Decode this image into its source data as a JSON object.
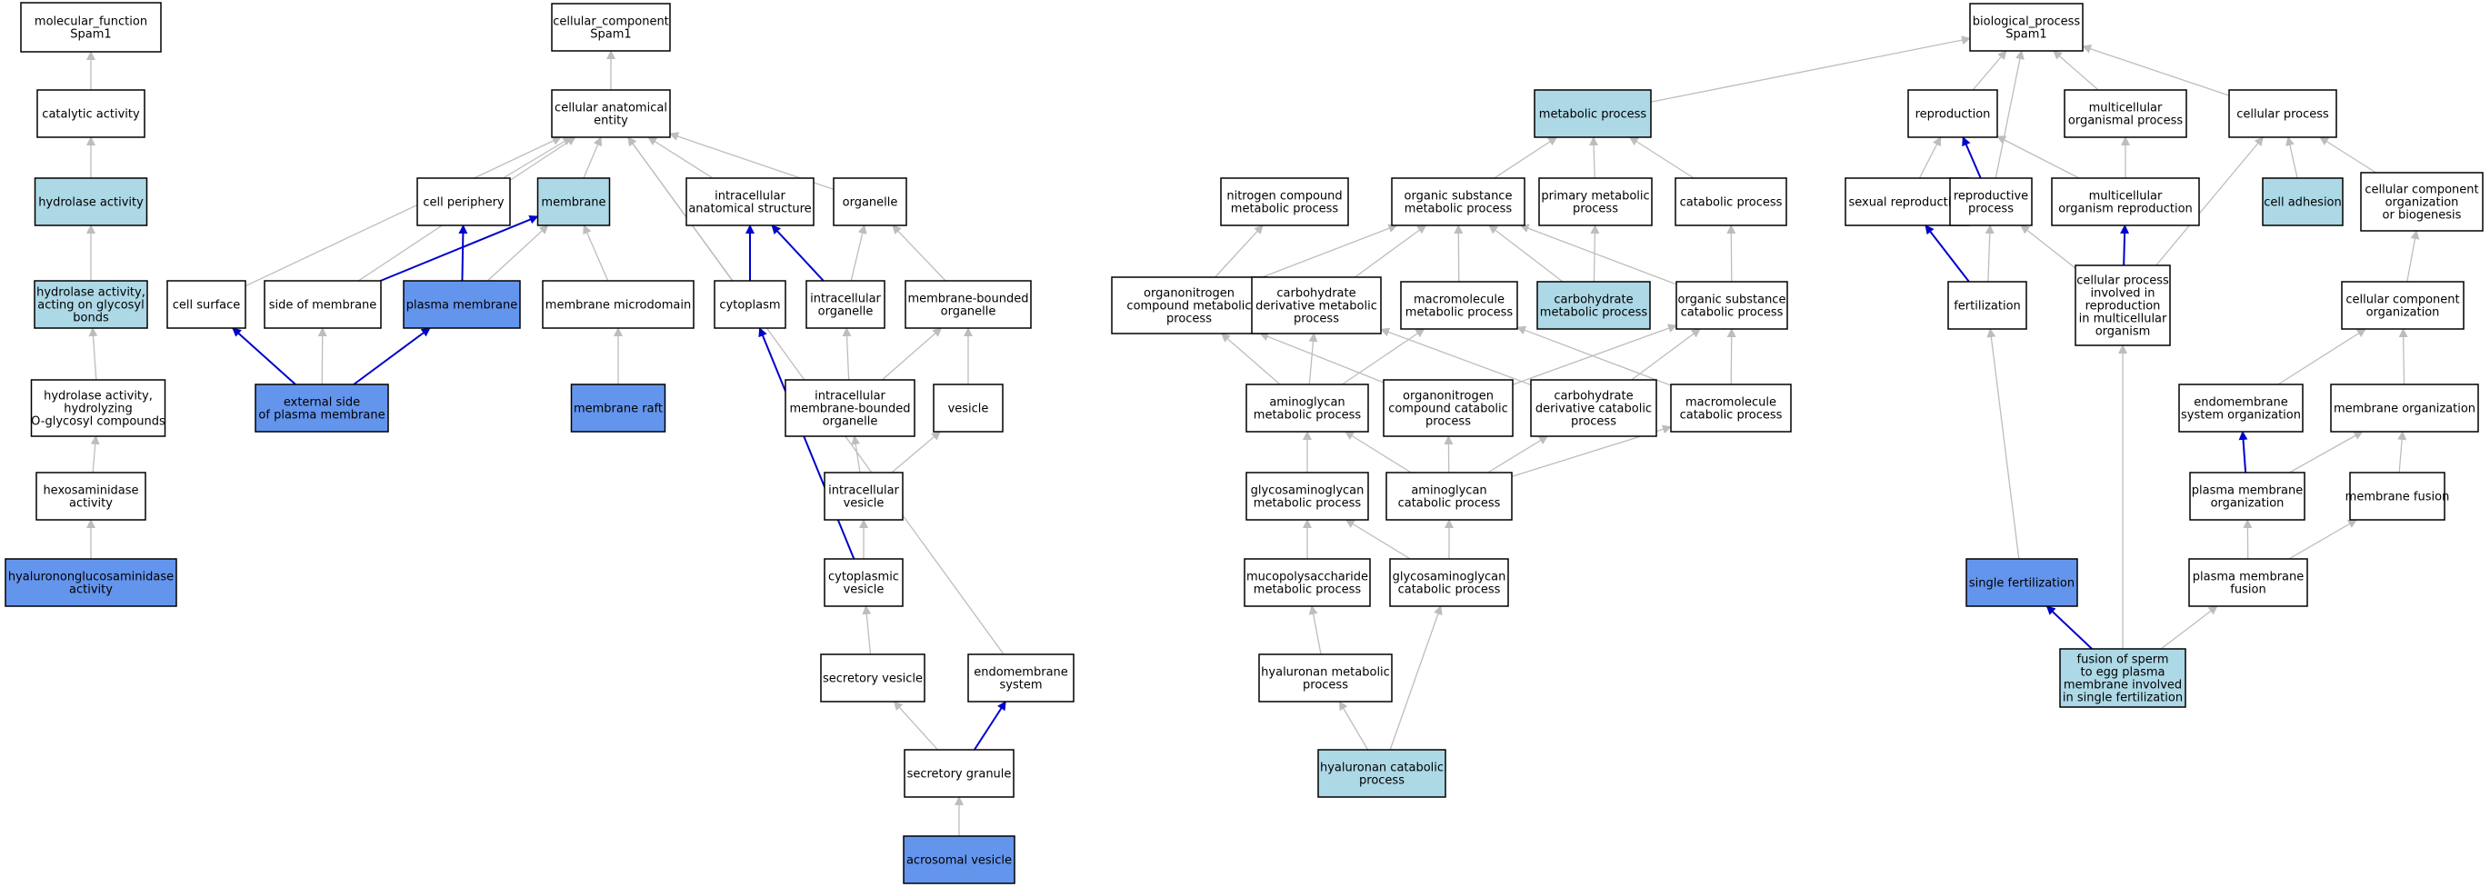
{
  "colors": {
    "white": "#ffffff",
    "light": "#add8e6",
    "dark": "#6495ed",
    "edge_grey": "#bdbdbd",
    "edge_blue": "#0000cc",
    "border": "#000000"
  },
  "nodes": [
    {
      "id": "mf",
      "lines": [
        "molecular_function",
        "Spam1"
      ],
      "fill": "white"
    },
    {
      "id": "catalytic",
      "lines": [
        "catalytic activity"
      ],
      "fill": "white"
    },
    {
      "id": "hydrolase",
      "lines": [
        "hydrolase activity"
      ],
      "fill": "light"
    },
    {
      "id": "hydroglyco",
      "lines": [
        "hydrolase activity,",
        "acting on glycosyl",
        "bonds"
      ],
      "fill": "light"
    },
    {
      "id": "hydroO",
      "lines": [
        "hydrolase activity,",
        "hydrolyzing",
        "O-glycosyl compounds"
      ],
      "fill": "white"
    },
    {
      "id": "hexos",
      "lines": [
        "hexosaminidase",
        "activity"
      ],
      "fill": "white"
    },
    {
      "id": "hyalact",
      "lines": [
        "hyalurononglucosaminidase",
        "activity"
      ],
      "fill": "dark"
    },
    {
      "id": "cc",
      "lines": [
        "cellular_component",
        "Spam1"
      ],
      "fill": "white"
    },
    {
      "id": "cae",
      "lines": [
        "cellular anatomical",
        "entity"
      ],
      "fill": "white"
    },
    {
      "id": "periph",
      "lines": [
        "cell periphery"
      ],
      "fill": "white"
    },
    {
      "id": "membrane",
      "lines": [
        "membrane"
      ],
      "fill": "light"
    },
    {
      "id": "ias",
      "lines": [
        "intracellular",
        "anatomical structure"
      ],
      "fill": "white"
    },
    {
      "id": "organelle",
      "lines": [
        "organelle"
      ],
      "fill": "white"
    },
    {
      "id": "surface",
      "lines": [
        "cell surface"
      ],
      "fill": "white"
    },
    {
      "id": "sidemem",
      "lines": [
        "side of membrane"
      ],
      "fill": "white"
    },
    {
      "id": "plasmamem",
      "lines": [
        "plasma membrane"
      ],
      "fill": "dark"
    },
    {
      "id": "memmicro",
      "lines": [
        "membrane microdomain"
      ],
      "fill": "white"
    },
    {
      "id": "cytoplasm",
      "lines": [
        "cytoplasm"
      ],
      "fill": "white"
    },
    {
      "id": "intraorg",
      "lines": [
        "intracellular",
        "organelle"
      ],
      "fill": "white"
    },
    {
      "id": "mbo",
      "lines": [
        "membrane-bounded",
        "organelle"
      ],
      "fill": "white"
    },
    {
      "id": "extside",
      "lines": [
        "external side",
        "of plasma membrane"
      ],
      "fill": "dark"
    },
    {
      "id": "raft",
      "lines": [
        "membrane raft"
      ],
      "fill": "dark"
    },
    {
      "id": "imbo",
      "lines": [
        "intracellular",
        "membrane-bounded",
        "organelle"
      ],
      "fill": "white"
    },
    {
      "id": "vesicle",
      "lines": [
        "vesicle"
      ],
      "fill": "white"
    },
    {
      "id": "intraves",
      "lines": [
        "intracellular",
        "vesicle"
      ],
      "fill": "white"
    },
    {
      "id": "cytoves",
      "lines": [
        "cytoplasmic",
        "vesicle"
      ],
      "fill": "white"
    },
    {
      "id": "secves",
      "lines": [
        "secretory vesicle"
      ],
      "fill": "white"
    },
    {
      "id": "endomem",
      "lines": [
        "endomembrane",
        "system"
      ],
      "fill": "white"
    },
    {
      "id": "secgran",
      "lines": [
        "secretory granule"
      ],
      "fill": "white"
    },
    {
      "id": "acrosome",
      "lines": [
        "acrosomal vesicle"
      ],
      "fill": "dark"
    },
    {
      "id": "bp",
      "lines": [
        "biological_process",
        "Spam1"
      ],
      "fill": "white"
    },
    {
      "id": "metab",
      "lines": [
        "metabolic process"
      ],
      "fill": "light"
    },
    {
      "id": "repro",
      "lines": [
        "reproduction"
      ],
      "fill": "white"
    },
    {
      "id": "multi",
      "lines": [
        "multicellular",
        "organismal process"
      ],
      "fill": "white"
    },
    {
      "id": "cellproc",
      "lines": [
        "cellular process"
      ],
      "fill": "white"
    },
    {
      "id": "nitro",
      "lines": [
        "nitrogen compound",
        "metabolic process"
      ],
      "fill": "white"
    },
    {
      "id": "osm",
      "lines": [
        "organic substance",
        "metabolic process"
      ],
      "fill": "white"
    },
    {
      "id": "primary",
      "lines": [
        "primary metabolic",
        "process"
      ],
      "fill": "white"
    },
    {
      "id": "catab",
      "lines": [
        "catabolic process"
      ],
      "fill": "white"
    },
    {
      "id": "sexrep",
      "lines": [
        "sexual reproduction"
      ],
      "fill": "white"
    },
    {
      "id": "reprop",
      "lines": [
        "reproductive",
        "process"
      ],
      "fill": "white"
    },
    {
      "id": "multirep",
      "lines": [
        "multicellular",
        "organism reproduction"
      ],
      "fill": "white"
    },
    {
      "id": "adhesion",
      "lines": [
        "cell adhesion"
      ],
      "fill": "light"
    },
    {
      "id": "ccob",
      "lines": [
        "cellular component",
        "organization",
        "or biogenesis"
      ],
      "fill": "white"
    },
    {
      "id": "onitro",
      "lines": [
        "organonitrogen",
        "compound metabolic",
        "process"
      ],
      "fill": "white"
    },
    {
      "id": "carbder",
      "lines": [
        "carbohydrate",
        "derivative metabolic",
        "process"
      ],
      "fill": "white"
    },
    {
      "id": "macro",
      "lines": [
        "macromolecule",
        "metabolic process"
      ],
      "fill": "white"
    },
    {
      "id": "carbmet",
      "lines": [
        "carbohydrate",
        "metabolic process"
      ],
      "fill": "light"
    },
    {
      "id": "osc",
      "lines": [
        "organic substance",
        "catabolic process"
      ],
      "fill": "white"
    },
    {
      "id": "fert",
      "lines": [
        "fertilization"
      ],
      "fill": "white"
    },
    {
      "id": "cpir",
      "lines": [
        "cellular process",
        "involved in",
        "reproduction",
        "in multicellular",
        "organism"
      ],
      "fill": "white"
    },
    {
      "id": "cco",
      "lines": [
        "cellular component",
        "organization"
      ],
      "fill": "white"
    },
    {
      "id": "aminomet",
      "lines": [
        "aminoglycan",
        "metabolic process"
      ],
      "fill": "white"
    },
    {
      "id": "onitrocat",
      "lines": [
        "organonitrogen",
        "compound catabolic",
        "process"
      ],
      "fill": "white"
    },
    {
      "id": "carbdercat",
      "lines": [
        "carbohydrate",
        "derivative catabolic",
        "process"
      ],
      "fill": "white"
    },
    {
      "id": "macrocat",
      "lines": [
        "macromolecule",
        "catabolic process"
      ],
      "fill": "white"
    },
    {
      "id": "endoorg",
      "lines": [
        "endomembrane",
        "system organization"
      ],
      "fill": "white"
    },
    {
      "id": "memorg",
      "lines": [
        "membrane organization"
      ],
      "fill": "white"
    },
    {
      "id": "gagmet",
      "lines": [
        "glycosaminoglycan",
        "metabolic process"
      ],
      "fill": "white"
    },
    {
      "id": "aminocat",
      "lines": [
        "aminoglycan",
        "catabolic process"
      ],
      "fill": "white"
    },
    {
      "id": "pmorg",
      "lines": [
        "plasma membrane",
        "organization"
      ],
      "fill": "white"
    },
    {
      "id": "memfus",
      "lines": [
        "membrane fusion"
      ],
      "fill": "white"
    },
    {
      "id": "mucomet",
      "lines": [
        "mucopolysaccharide",
        "metabolic process"
      ],
      "fill": "white"
    },
    {
      "id": "gagcat",
      "lines": [
        "glycosaminoglycan",
        "catabolic process"
      ],
      "fill": "white"
    },
    {
      "id": "singfert",
      "lines": [
        "single fertilization"
      ],
      "fill": "dark"
    },
    {
      "id": "pmfus",
      "lines": [
        "plasma membrane",
        "fusion"
      ],
      "fill": "white"
    },
    {
      "id": "hyalmet",
      "lines": [
        "hyaluronan metabolic",
        "process"
      ],
      "fill": "white"
    },
    {
      "id": "fusion",
      "lines": [
        "fusion of sperm",
        "to egg plasma",
        "membrane involved",
        "in single fertilization"
      ],
      "fill": "light"
    },
    {
      "id": "hyalcat",
      "lines": [
        "hyaluronan catabolic",
        "process"
      ],
      "fill": "light"
    }
  ],
  "edges": [
    {
      "from": "catalytic",
      "to": "mf",
      "type": "grey"
    },
    {
      "from": "hydrolase",
      "to": "catalytic",
      "type": "grey"
    },
    {
      "from": "hydroglyco",
      "to": "hydrolase",
      "type": "grey"
    },
    {
      "from": "hydroO",
      "to": "hydroglyco",
      "type": "grey"
    },
    {
      "from": "hexos",
      "to": "hydroO",
      "type": "grey"
    },
    {
      "from": "hyalact",
      "to": "hexos",
      "type": "grey"
    },
    {
      "from": "cae",
      "to": "cc",
      "type": "grey"
    },
    {
      "from": "periph",
      "to": "cae",
      "type": "grey"
    },
    {
      "from": "membrane",
      "to": "cae",
      "type": "grey"
    },
    {
      "from": "ias",
      "to": "cae",
      "type": "grey"
    },
    {
      "from": "organelle",
      "to": "cae",
      "type": "grey"
    },
    {
      "from": "surface",
      "to": "cae",
      "type": "grey"
    },
    {
      "from": "sidemem",
      "to": "cae",
      "type": "grey"
    },
    {
      "from": "cytoplasm",
      "to": "cae",
      "type": "grey"
    },
    {
      "from": "endomem",
      "to": "cae",
      "type": "grey"
    },
    {
      "from": "sidemem",
      "to": "membrane",
      "type": "blue"
    },
    {
      "from": "plasmamem",
      "to": "periph",
      "type": "blue"
    },
    {
      "from": "plasmamem",
      "to": "membrane",
      "type": "grey"
    },
    {
      "from": "memmicro",
      "to": "membrane",
      "type": "grey"
    },
    {
      "from": "cytoplasm",
      "to": "ias",
      "type": "blue"
    },
    {
      "from": "intraorg",
      "to": "ias",
      "type": "blue"
    },
    {
      "from": "intraorg",
      "to": "organelle",
      "type": "grey"
    },
    {
      "from": "mbo",
      "to": "organelle",
      "type": "grey"
    },
    {
      "from": "extside",
      "to": "surface",
      "type": "blue"
    },
    {
      "from": "extside",
      "to": "sidemem",
      "type": "grey"
    },
    {
      "from": "extside",
      "to": "plasmamem",
      "type": "blue"
    },
    {
      "from": "raft",
      "to": "memmicro",
      "type": "grey"
    },
    {
      "from": "imbo",
      "to": "intraorg",
      "type": "grey"
    },
    {
      "from": "imbo",
      "to": "mbo",
      "type": "grey"
    },
    {
      "from": "vesicle",
      "to": "mbo",
      "type": "grey"
    },
    {
      "from": "intraves",
      "to": "imbo",
      "type": "grey"
    },
    {
      "from": "intraves",
      "to": "vesicle",
      "type": "grey"
    },
    {
      "from": "cytoves",
      "to": "intraves",
      "type": "grey"
    },
    {
      "from": "cytoves",
      "to": "cytoplasm",
      "type": "blue"
    },
    {
      "from": "secves",
      "to": "cytoves",
      "type": "grey"
    },
    {
      "from": "secgran",
      "to": "secves",
      "type": "grey"
    },
    {
      "from": "secgran",
      "to": "endomem",
      "type": "blue"
    },
    {
      "from": "acrosome",
      "to": "secgran",
      "type": "grey"
    },
    {
      "from": "metab",
      "to": "bp",
      "type": "grey"
    },
    {
      "from": "repro",
      "to": "bp",
      "type": "grey"
    },
    {
      "from": "multi",
      "to": "bp",
      "type": "grey"
    },
    {
      "from": "cellproc",
      "to": "bp",
      "type": "grey"
    },
    {
      "from": "reprop",
      "to": "bp",
      "type": "grey"
    },
    {
      "from": "osm",
      "to": "metab",
      "type": "grey"
    },
    {
      "from": "primary",
      "to": "metab",
      "type": "grey"
    },
    {
      "from": "catab",
      "to": "metab",
      "type": "grey"
    },
    {
      "from": "sexrep",
      "to": "repro",
      "type": "grey"
    },
    {
      "from": "reprop",
      "to": "repro",
      "type": "blue"
    },
    {
      "from": "multirep",
      "to": "repro",
      "type": "grey"
    },
    {
      "from": "multirep",
      "to": "multi",
      "type": "grey"
    },
    {
      "from": "adhesion",
      "to": "cellproc",
      "type": "grey"
    },
    {
      "from": "ccob",
      "to": "cellproc",
      "type": "grey"
    },
    {
      "from": "cpir",
      "to": "cellproc",
      "type": "grey"
    },
    {
      "from": "onitro",
      "to": "nitro",
      "type": "grey"
    },
    {
      "from": "onitro",
      "to": "osm",
      "type": "grey"
    },
    {
      "from": "carbder",
      "to": "osm",
      "type": "grey"
    },
    {
      "from": "macro",
      "to": "osm",
      "type": "grey"
    },
    {
      "from": "carbmet",
      "to": "osm",
      "type": "grey"
    },
    {
      "from": "carbmet",
      "to": "primary",
      "type": "grey"
    },
    {
      "from": "osc",
      "to": "osm",
      "type": "grey"
    },
    {
      "from": "osc",
      "to": "catab",
      "type": "grey"
    },
    {
      "from": "fert",
      "to": "sexrep",
      "type": "blue"
    },
    {
      "from": "fert",
      "to": "reprop",
      "type": "grey"
    },
    {
      "from": "cpir",
      "to": "reprop",
      "type": "grey"
    },
    {
      "from": "cpir",
      "to": "multirep",
      "type": "blue"
    },
    {
      "from": "cco",
      "to": "ccob",
      "type": "grey"
    },
    {
      "from": "aminomet",
      "to": "onitro",
      "type": "grey"
    },
    {
      "from": "aminomet",
      "to": "carbder",
      "type": "grey"
    },
    {
      "from": "aminomet",
      "to": "macro",
      "type": "grey"
    },
    {
      "from": "onitrocat",
      "to": "onitro",
      "type": "grey"
    },
    {
      "from": "onitrocat",
      "to": "osc",
      "type": "grey"
    },
    {
      "from": "carbdercat",
      "to": "carbder",
      "type": "grey"
    },
    {
      "from": "carbdercat",
      "to": "osc",
      "type": "grey"
    },
    {
      "from": "macrocat",
      "to": "macro",
      "type": "grey"
    },
    {
      "from": "macrocat",
      "to": "osc",
      "type": "grey"
    },
    {
      "from": "endoorg",
      "to": "cco",
      "type": "grey"
    },
    {
      "from": "memorg",
      "to": "cco",
      "type": "grey"
    },
    {
      "from": "gagmet",
      "to": "aminomet",
      "type": "grey"
    },
    {
      "from": "aminocat",
      "to": "aminomet",
      "type": "grey"
    },
    {
      "from": "aminocat",
      "to": "onitrocat",
      "type": "grey"
    },
    {
      "from": "aminocat",
      "to": "carbdercat",
      "type": "grey"
    },
    {
      "from": "aminocat",
      "to": "macrocat",
      "type": "grey"
    },
    {
      "from": "pmorg",
      "to": "endoorg",
      "type": "blue"
    },
    {
      "from": "pmorg",
      "to": "memorg",
      "type": "grey"
    },
    {
      "from": "memfus",
      "to": "memorg",
      "type": "grey"
    },
    {
      "from": "mucomet",
      "to": "gagmet",
      "type": "grey"
    },
    {
      "from": "gagcat",
      "to": "gagmet",
      "type": "grey"
    },
    {
      "from": "gagcat",
      "to": "aminocat",
      "type": "grey"
    },
    {
      "from": "singfert",
      "to": "fert",
      "type": "grey"
    },
    {
      "from": "pmfus",
      "to": "pmorg",
      "type": "grey"
    },
    {
      "from": "pmfus",
      "to": "memfus",
      "type": "grey"
    },
    {
      "from": "hyalmet",
      "to": "mucomet",
      "type": "grey"
    },
    {
      "from": "fusion",
      "to": "singfert",
      "type": "blue"
    },
    {
      "from": "fusion",
      "to": "cpir",
      "type": "grey"
    },
    {
      "from": "fusion",
      "to": "pmfus",
      "type": "grey"
    },
    {
      "from": "hyalcat",
      "to": "hyalmet",
      "type": "grey"
    },
    {
      "from": "hyalcat",
      "to": "gagcat",
      "type": "grey"
    }
  ]
}
